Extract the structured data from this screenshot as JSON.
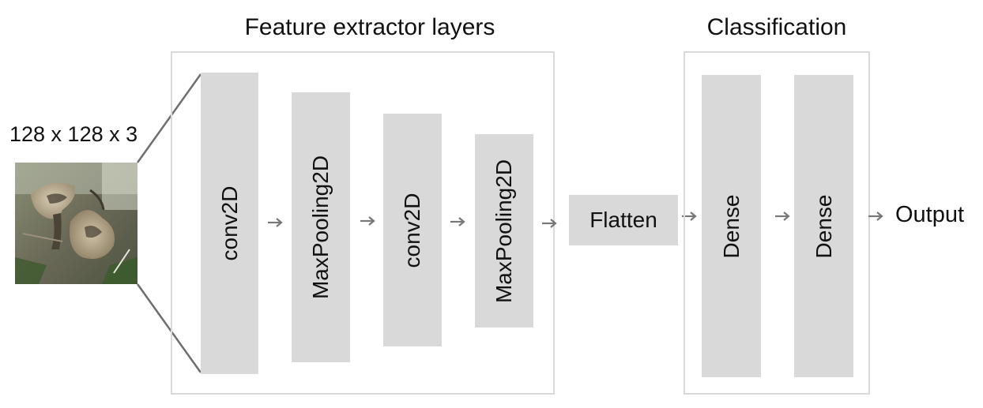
{
  "input": {
    "label": "128 x 128 x 3"
  },
  "groups": {
    "feature_extractor": {
      "title": "Feature extractor layers"
    },
    "classification": {
      "title": "Classification"
    }
  },
  "layers": {
    "conv1": "conv2D",
    "pool1": "MaxPooling2D",
    "conv2": "conv2D",
    "pool2": "MaxPooling2D",
    "flatten": "Flatten",
    "dense1": "Dense",
    "dense2": "Dense"
  },
  "output": {
    "label": "Output"
  },
  "colors": {
    "layer_fill": "#d9d9d9",
    "box_border": "#d9d9d9",
    "arrow": "#777777",
    "connector": "#6e6e6e"
  }
}
